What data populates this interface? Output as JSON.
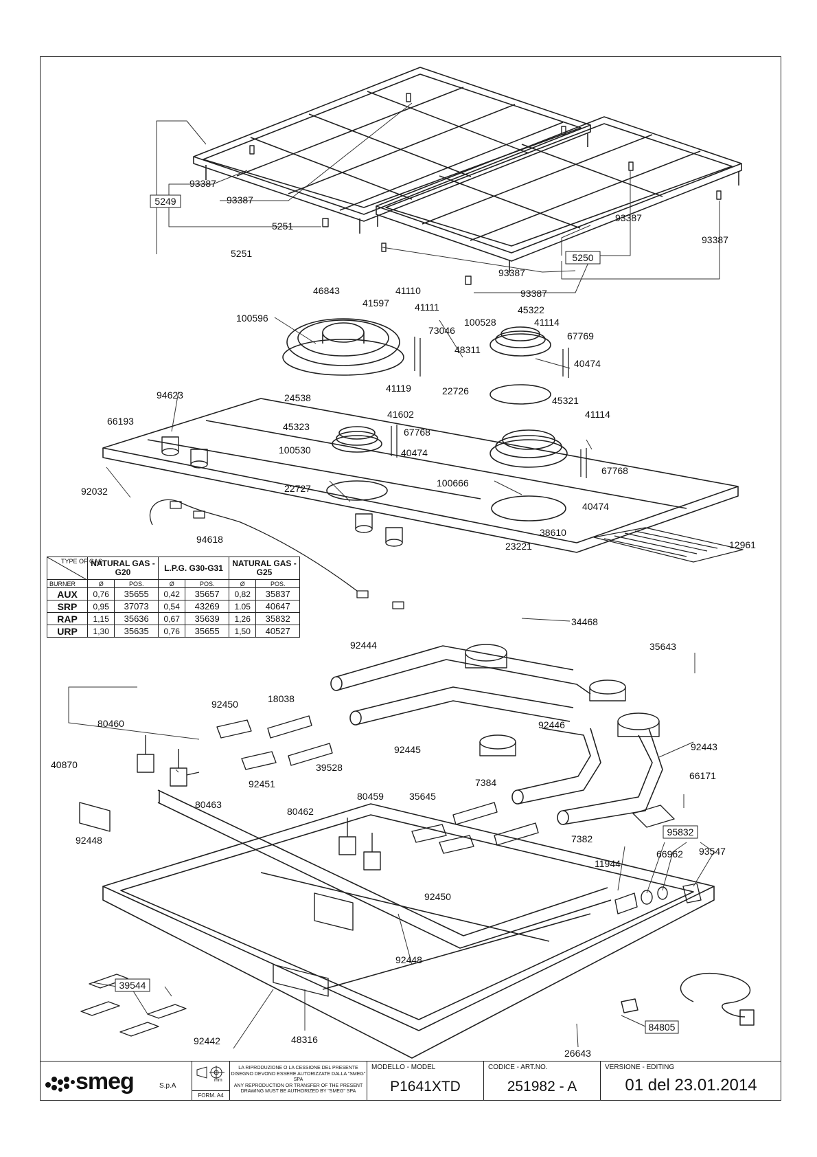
{
  "part_labels": {
    "p5249": "5249",
    "p5251a": "5251",
    "p5251b": "5251",
    "p93387a": "93387",
    "p93387b": "93387",
    "p93387c": "93387",
    "p93387d": "93387",
    "p93387e": "93387",
    "p93387f": "93387",
    "p5250": "5250",
    "p46843": "46843",
    "p41110": "41110",
    "p41597": "41597",
    "p41111": "41111",
    "p100596": "100596",
    "p73046": "73046",
    "p45322": "45322",
    "p100528": "100528",
    "p41114a": "41114",
    "p67769": "67769",
    "p48311": "48311",
    "p40474a": "40474",
    "p41119": "41119",
    "p22726": "22726",
    "p45321": "45321",
    "p94623": "94623",
    "p24538": "24538",
    "p41114b": "41114",
    "p66193": "66193",
    "p41602": "41602",
    "p45323": "45323",
    "p67768a": "67768",
    "p100530": "100530",
    "p40474b": "40474",
    "p67768b": "67768",
    "p92032": "92032",
    "p100666": "100666",
    "p22727": "22727",
    "p40474c": "40474",
    "p38610": "38610",
    "p23221": "23221",
    "p94618": "94618",
    "p12961": "12961",
    "p34468": "34468",
    "p92444": "92444",
    "p35643": "35643",
    "p18038": "18038",
    "p92450a": "92450",
    "p80460": "80460",
    "p92446": "92446",
    "p92445": "92445",
    "p92443": "92443",
    "p40870": "40870",
    "p39528": "39528",
    "p92451": "92451",
    "p66171": "66171",
    "p80463": "80463",
    "p7384": "7384",
    "p80459": "80459",
    "p35645": "35645",
    "p80462": "80462",
    "p92448a": "92448",
    "p7382": "7382",
    "p95832": "95832",
    "p93547": "93547",
    "p66962": "66962",
    "p11944": "11944",
    "p92450b": "92450",
    "p92448b": "92448",
    "p39544": "39544",
    "p92442": "92442",
    "p48316": "48316",
    "p84805": "84805",
    "p26643": "26643"
  },
  "gas_table": {
    "corner_top": "TYPE OF GAS",
    "corner_bottom": "BURNER",
    "gases": [
      "NATURAL GAS - G20",
      "L.P.G. G30-G31",
      "NATURAL GAS - G25"
    ],
    "dia_symbol": "Ø",
    "pos_label": "POS.",
    "rows": [
      {
        "burner": "AUX",
        "cells": [
          "0,76",
          "35655",
          "0,42",
          "35657",
          "0,82",
          "35837"
        ]
      },
      {
        "burner": "SRP",
        "cells": [
          "0,95",
          "37073",
          "0,54",
          "43269",
          "1.05",
          "40647"
        ]
      },
      {
        "burner": "RAP",
        "cells": [
          "1,15",
          "35636",
          "0,67",
          "35639",
          "1,26",
          "35832"
        ]
      },
      {
        "burner": "URP",
        "cells": [
          "1,30",
          "35635",
          "0,76",
          "35655",
          "1,50",
          "40527"
        ]
      }
    ]
  },
  "title_block": {
    "logo": "smeg",
    "company_suffix": "S.p.A",
    "form": "FORM. A4",
    "scale_mark": "mm",
    "notice_it": "LA RIPRODUZIONE O LA CESSIONE DEL PRESENTE DISEGNO DEVONO ESSERE AUTORIZZATE DALLA \"SMEG\" SPA",
    "notice_en": "ANY REPRODUCTION OR TRANSFER OF THE PRESENT DRAWING MUST BE AUTHORIZED BY \"SMEG\" SPA",
    "model_caption": "MODELLO - MODEL",
    "model": "P1641XTD",
    "code_caption": "CODICE - ART.NO.",
    "code": "251982 - A",
    "version_caption": "VERSIONE - EDITING",
    "version": "01 del 23.01.2014"
  }
}
